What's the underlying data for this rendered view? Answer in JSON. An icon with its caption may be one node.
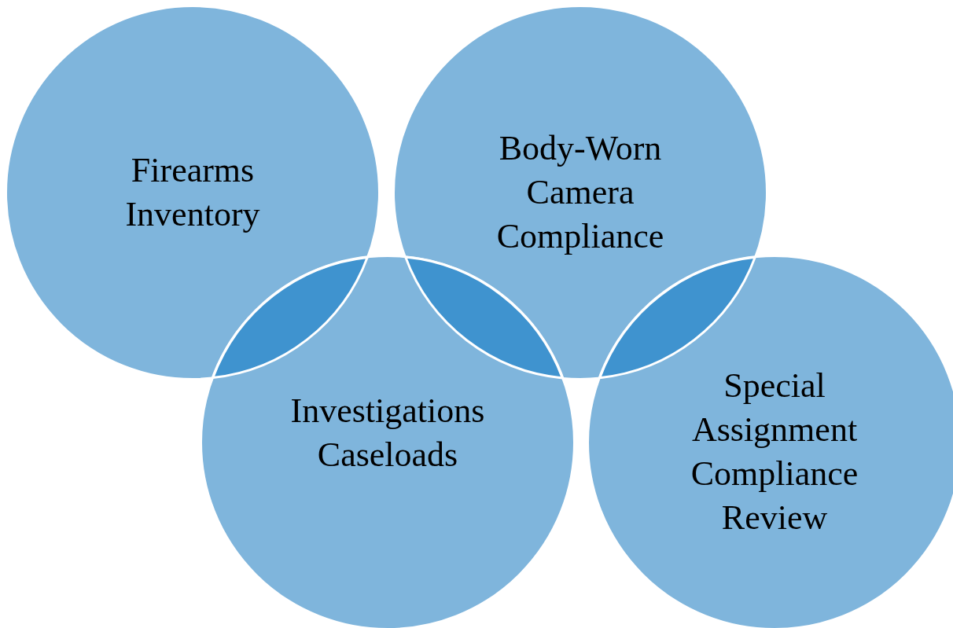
{
  "diagram": {
    "nodes": [
      {
        "text": [
          "Firearms Inventory"
        ]
      },
      {
        "text": [
          "Body-Worn Camera Compliance"
        ]
      },
      {
        "text": [
          "Investigations Caseloads"
        ]
      },
      {
        "text": [
          "Special Assignment Compliance Review"
        ]
      }
    ]
  }
}
